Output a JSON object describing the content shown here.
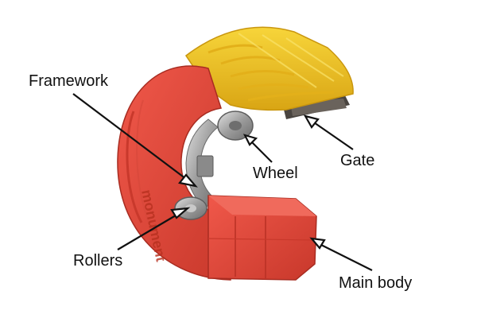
{
  "colors": {
    "body_red": "#e8473a",
    "body_red_dark": "#b83024",
    "gate_yellow": "#f2c21a",
    "gate_yellow_dark": "#c9960e",
    "metal": "#a6a6a6",
    "arrow": "#111111"
  },
  "labels": {
    "framework": "Framework",
    "wheel": "Wheel",
    "gate": "Gate",
    "rollers": "Rollers",
    "main_body": "Main body"
  },
  "embossed_text": {
    "brand": "monument"
  },
  "icons": {
    "tool": "pipe-slice-cutter-illustration",
    "pointer": "arrow-icon"
  }
}
